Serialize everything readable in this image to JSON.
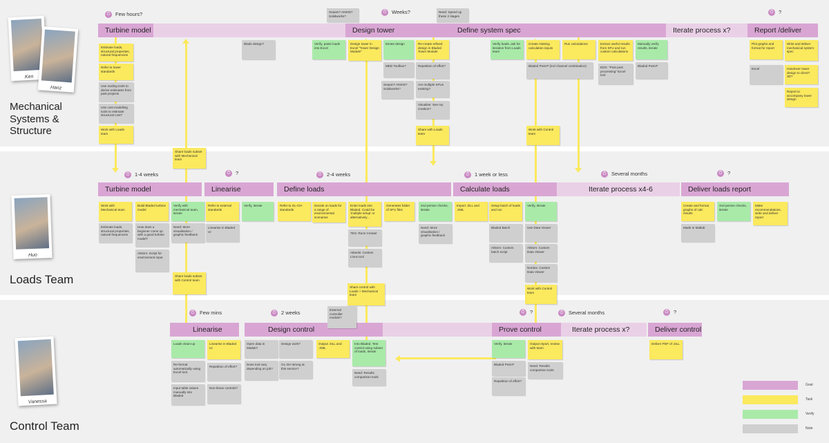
{
  "lanes": [
    {
      "title": "Mechanical\nSystems &\nStructure",
      "people": [
        "Ken",
        "Hanz"
      ]
    },
    {
      "title": "Loads Team",
      "people": [
        "Huo"
      ]
    },
    {
      "title": "Control Team",
      "people": [
        "Vanessa"
      ]
    }
  ],
  "durations": {
    "m1": "Few hours?",
    "m2": "Weeks?",
    "m3": "?",
    "l1": "1-4 weeks",
    "l2": "?",
    "l3": "2-4 weeks",
    "l4": "1 week or less",
    "l5": "Several months",
    "l6": "?",
    "c1": "Few mins",
    "c2": "2 weeks",
    "c3": "?",
    "c4": "Several months",
    "c5": "?"
  },
  "goals": {
    "m_turbine": "Turbine model",
    "m_design": "Design tower",
    "m_spec": "Define system spec",
    "m_iterate": "Iterate process x?",
    "m_report": "Report /deliver",
    "l_turbine": "Turbine model",
    "l_linearise": "Linearise",
    "l_defloads": "Define loads",
    "l_calc": "Calculate loads",
    "l_iterate": "Iterate process x4-6",
    "l_deliver": "Deliver loads report",
    "c_linearise": "Linearise",
    "c_design": "Design control",
    "c_prove": "Prove control",
    "c_iterate": "Iterate process x?",
    "c_deliver": "Deliver control"
  },
  "stickies": {
    "m01": "Estimate loads, structural properties, natural frequencies",
    "m02": "Refer to tower standards",
    "m03": "Use scaling tools to derive estimates from past projects",
    "m04": "Use cost modelling tools to estimate structural cost?",
    "m05": "Work with Loads team",
    "m06": "Blade design?",
    "m07": "Seaam? ANSIS? Solidworks?",
    "m08": "Verify, paste loads into Excel",
    "m09": "Design tower in Excel \"Tower Design Module\"",
    "m10": "Iterate design",
    "m11": "Re-create refined design in Bladed Tower Module",
    "m12": "MED Toolbox?",
    "m13": "Repetition of effort?",
    "m14": "Seaam? ANSIS? Solidworks?",
    "m15": "Are multiple SFUs existing?",
    "m16": "Visualise: See my creation?",
    "m17": "Share with Loads team",
    "m18": "Need: Speed up these 2 stages",
    "m19": "Verify loads, ask for iteration from Loads team",
    "m20": "Create missing calculation inputs",
    "m21": "Run calculations",
    "m22": "Extract useful results from SFU and run custom calculations",
    "m23": "Manually verify results, iterate",
    "m24": "Bladed Post-P (incl channel combination)",
    "m25": "EDS: \"Post post processing\" Excel tool",
    "m26": "Bladed Post-P",
    "m27": "Work with Control team",
    "m28": "Plot graphs and format for report",
    "m29": "Write and deliver mechanical system spec",
    "m30": "Excel",
    "m31": "Handover tower design to client? 3D?",
    "m32": "Report to accompany tower design",
    "l01": "Share loads subset with Mechanical team",
    "l02": "Work with Mechanical team",
    "l03": "Build Bladed turbine model",
    "l04": "Verify with mechanical team, iterate",
    "l05": "Estimate loads, structural properties, natural frequencies",
    "l06": "How does a beginner come up with a good turbine model?",
    "l07": "Need: More visualisation / graphic feedback",
    "l08": "Alstom: Script for environment input",
    "l09": "Refer to external standards",
    "l10": "Verify, iterate",
    "l11": "Linearise in Bladed UI",
    "l12": "Refer to GL-GH standards",
    "l13": "Decide on loads for a range of environmental scenarios",
    "l14": "Enter loads into Bladed. Could be 'multiple setup' or alternatively...",
    "l15": "Generates folder of SFU files",
    "l16": "2nd person checks, iterate",
    "l17": "TES: Runs Creator",
    "l18": "Need: More visualisation / graphic feedback",
    "l19": "Atlantis: Custom Linux tool",
    "l20": "Import .DLL and .XML",
    "l21": "Setup batch of loads and run",
    "l22": "Verify, iterate",
    "l23": "Bladed Batch",
    "l24": "Use Data Viewer",
    "l25": "Alstom: Custom batch script",
    "l26": "Alstom: Custom Data Viewer",
    "l27": "Nordex: Custom Data Viewer",
    "l28": "Create and format graphs of calc results",
    "l29": "2nd person checks, iterate",
    "l30": "Make recommendations, write and deliver report",
    "l31": "Made in Matlab",
    "l32": "Share loads subset with Control team",
    "l33": "Share control with Loads + Mechanical team",
    "l34": "Work with Control team",
    "c01": "External controller module?",
    "c02": "Loads clean-up",
    "c03": "Linearise in Bladed UI",
    "c04": "Open data in Matlab?",
    "c05": "Design work?",
    "c06": "Output .DLL and .XML",
    "c07": "Into Bladed. Test control using subset of loads, iterate",
    "c08": "Re-format automatically using Excel tool.",
    "c09": "Repetition of effort?",
    "c10": "Does tool vary depending on job?",
    "c11": "GL-GH strong at this service?",
    "c12": "Need: Results comparison tools",
    "c13": "Input table values manually into Bladed",
    "c14": "Non-linear controls?",
    "c15": "Verify, iterate",
    "c16": "Output report, review with team",
    "c17": "Bladed Post-P",
    "c18": "Need: Results comparison tools",
    "c19": "Repetition of effort?",
    "c20": "Deliver PDF of .DLL"
  },
  "legend": {
    "goal": "Goal",
    "task": "Task",
    "verify": "Verify",
    "note": "Note"
  },
  "colors": {
    "goal": "#d9a6d4",
    "goal_light": "#ead0e7",
    "task": "#fbe95e",
    "verify": "#a9eaa9",
    "note": "#cfcfcf",
    "lane_bg": "#f0f0f0"
  }
}
